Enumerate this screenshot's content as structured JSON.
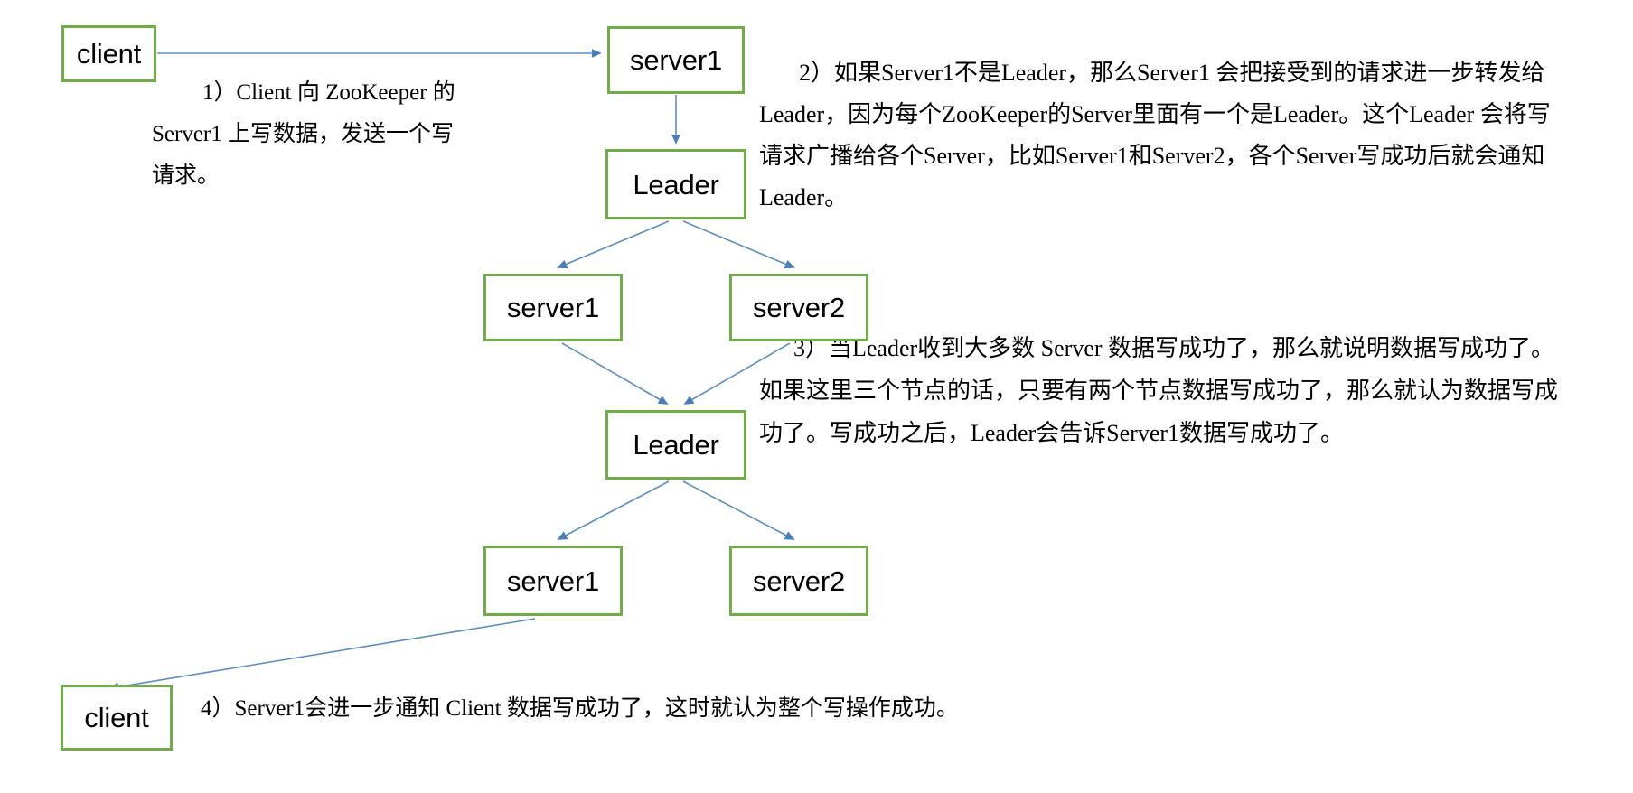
{
  "diagram": {
    "title": "ZooKeeper write request flow",
    "colors": {
      "node_border": "#70AD47",
      "node_fill": "#FFFFFF",
      "arrow": "#4A7EBB",
      "text": "#000000",
      "background": "#FFFFFF"
    },
    "nodes": {
      "client_top": "client",
      "server1_top": "server1",
      "leader_1": "Leader",
      "server1_mid": "server1",
      "server2_mid": "server2",
      "leader_2": "Leader",
      "server1_bottom": "server1",
      "server2_bottom": "server2",
      "client_bottom": "client"
    },
    "edges": [
      {
        "name": "client-to-server1",
        "from": "client_top",
        "to": "server1_top",
        "arrowhead": "triangle"
      },
      {
        "name": "server1-to-leader",
        "from": "server1_top",
        "to": "leader_1",
        "arrowhead": "triangle"
      },
      {
        "name": "leader-to-server1-mid",
        "from": "leader_1",
        "to": "server1_mid",
        "arrowhead": "triangle"
      },
      {
        "name": "leader-to-server2-mid",
        "from": "leader_1",
        "to": "server2_mid",
        "arrowhead": "triangle"
      },
      {
        "name": "server1-mid-to-leader2",
        "from": "server1_mid",
        "to": "leader_2",
        "arrowhead": "triangle"
      },
      {
        "name": "server2-mid-to-leader2",
        "from": "server2_mid",
        "to": "leader_2",
        "arrowhead": "triangle"
      },
      {
        "name": "leader2-to-server1-bottom",
        "from": "leader_2",
        "to": "server1_bottom",
        "arrowhead": "triangle"
      },
      {
        "name": "leader2-to-server2-bottom",
        "from": "leader_2",
        "to": "server2_bottom",
        "arrowhead": "triangle"
      },
      {
        "name": "server1-bottom-to-client",
        "from": "server1_bottom",
        "to": "client_bottom",
        "arrowhead": "triangle"
      }
    ],
    "notes": {
      "step1": {
        "lines": [
          "1）Client 向 ZooKeeper 的",
          "Server1 上写数据，发送一个写",
          "请求。"
        ]
      },
      "step2": {
        "lines": [
          "2）如果Server1不是Leader，那么Server1 会把接受到的请求进一步转发给",
          "Leader，因为每个ZooKeeper的Server里面有一个是Leader。这个Leader 会将写",
          "请求广播给各个Server，比如Server1和Server2，各个Server写成功后就会通知",
          "Leader。"
        ]
      },
      "step3": {
        "lines": [
          "3）当Leader收到大多数 Server 数据写成功了，那么就说明数据写成功了。",
          "如果这里三个节点的话，只要有两个节点数据写成功了，那么就认为数据写成",
          "功了。写成功之后，Leader会告诉Server1数据写成功了。"
        ]
      },
      "step4": {
        "lines": [
          "4）Server1会进一步通知 Client 数据写成功了，这时就认为整个写操作成功。"
        ]
      }
    }
  }
}
